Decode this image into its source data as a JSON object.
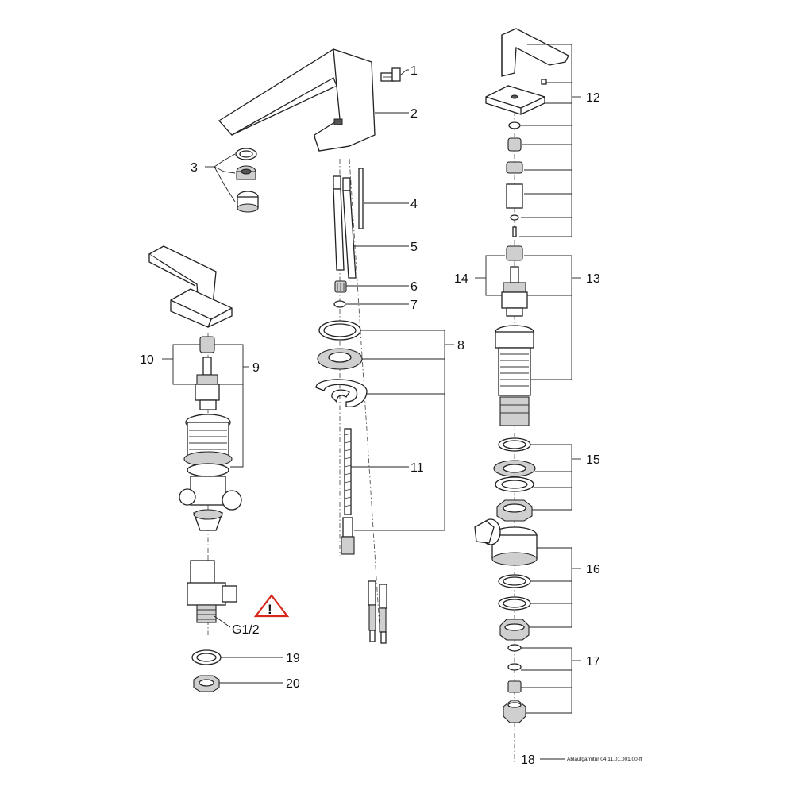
{
  "callouts": {
    "c1": "1",
    "c2": "2",
    "c3": "3",
    "c4": "4",
    "c5": "5",
    "c6": "6",
    "c7": "7",
    "c8": "8",
    "c9": "9",
    "c10": "10",
    "c11": "11",
    "c12": "12",
    "c13": "13",
    "c14": "14",
    "c15": "15",
    "c16": "16",
    "c17": "17",
    "c18": "18",
    "c19": "19",
    "c20": "20"
  },
  "thread_label": "G1/2",
  "warning": {
    "symbol": "!",
    "color": "#d8261c"
  },
  "footer": {
    "reference": "Ablaufgarnitur 04.11.01.001.00-ff"
  }
}
